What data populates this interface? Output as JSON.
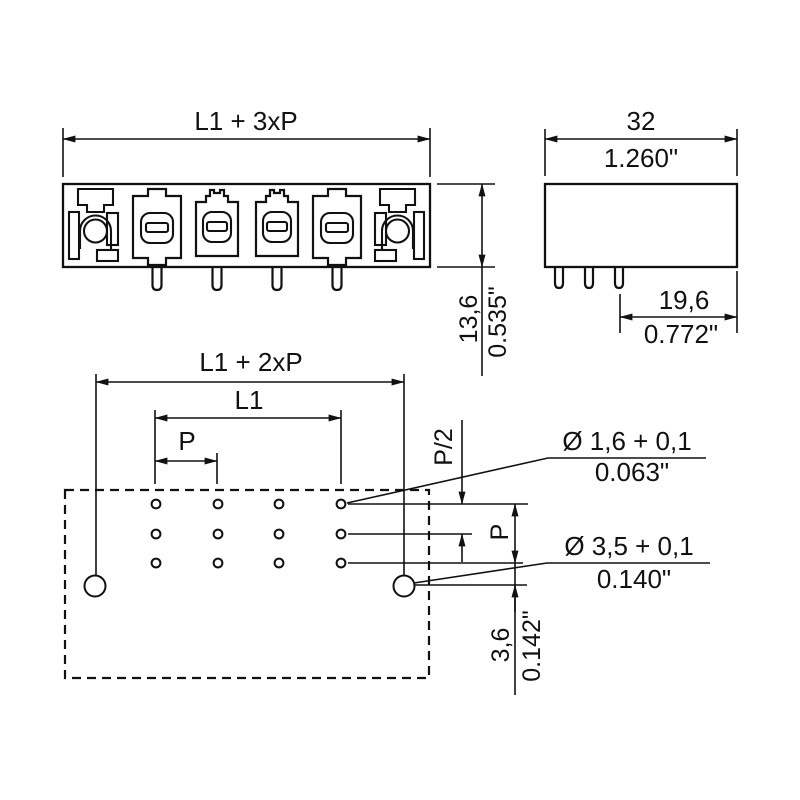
{
  "drawing": {
    "type": "connector-dimension-drawing",
    "background": "#ffffff",
    "line_color": "#111111",
    "front": {
      "width_label": "L1 + 3xP",
      "height_mm": "13,6",
      "height_in": "0.535\""
    },
    "side": {
      "width_mm": "32",
      "width_in": "1.260\"",
      "offset_mm": "19,6",
      "offset_in": "0.772\""
    },
    "fp": {
      "total_label": "L1 + 2xP",
      "l1_label": "L1",
      "pitch_label": "P",
      "half_pitch_label": "P/2",
      "row_pitch_label": "P",
      "small_mm": "Ø 1,6 + 0,1",
      "small_in": "0.063\"",
      "large_mm": "Ø 3,5 + 0,1",
      "large_in": "0.140\"",
      "edge_mm": "3,6",
      "edge_in": "0.142\""
    }
  }
}
